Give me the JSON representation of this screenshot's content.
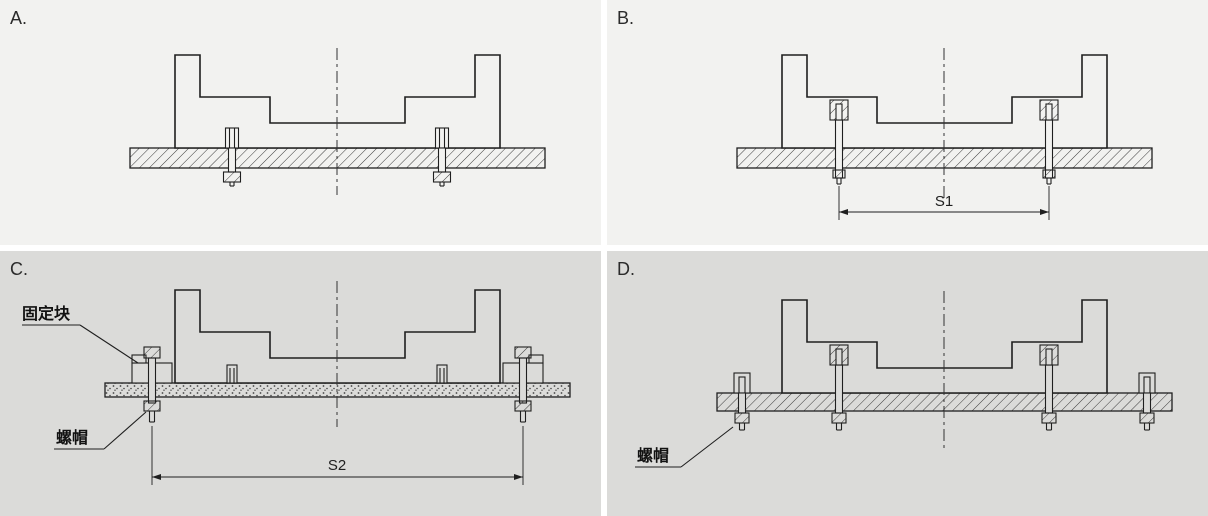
{
  "panels": {
    "a": {
      "label": "A."
    },
    "b": {
      "label": "B.",
      "dimension_label": "S1"
    },
    "c": {
      "label": "C.",
      "dimension_label": "S2",
      "fixing_block_label": "固定块",
      "nut_label": "螺帽"
    },
    "d": {
      "label": "D.",
      "nut_label": "螺帽"
    }
  },
  "colors": {
    "top_panel_bg": "#f2f2f0",
    "bottom_panel_bg": "#dbdbd9",
    "line": "#1f1f1f"
  }
}
